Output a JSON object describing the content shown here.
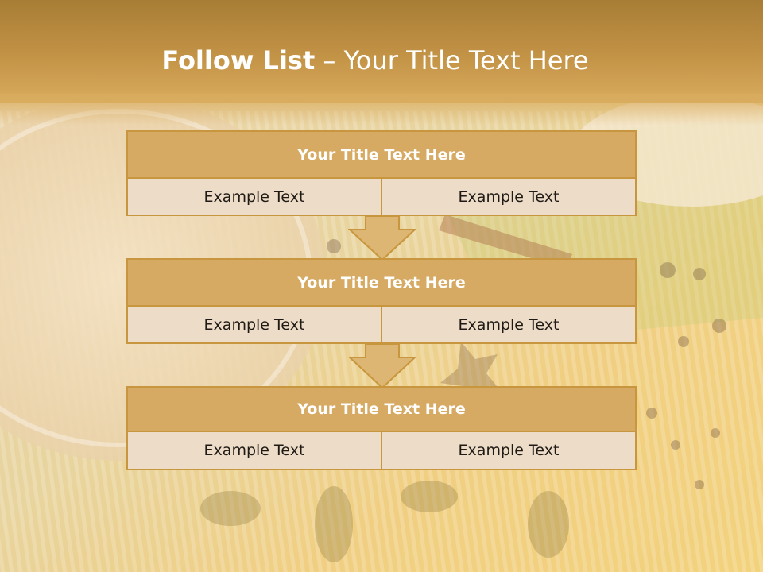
{
  "slide": {
    "title_bold": "Follow List",
    "title_rest": " – Your Title Text Here"
  },
  "blocks": [
    {
      "title": "Your Title Text Here",
      "left": "Example Text",
      "right": "Example Text"
    },
    {
      "title": "Your Title Text Here",
      "left": "Example Text",
      "right": "Example Text"
    },
    {
      "title": "Your Title Text Here",
      "left": "Example Text",
      "right": "Example Text"
    }
  ],
  "colors": {
    "header_band": "#c39346",
    "block_header": "#d7aa63",
    "block_border": "#c8963e",
    "block_body": "#ecdcc8",
    "title_text": "#ffffff"
  }
}
